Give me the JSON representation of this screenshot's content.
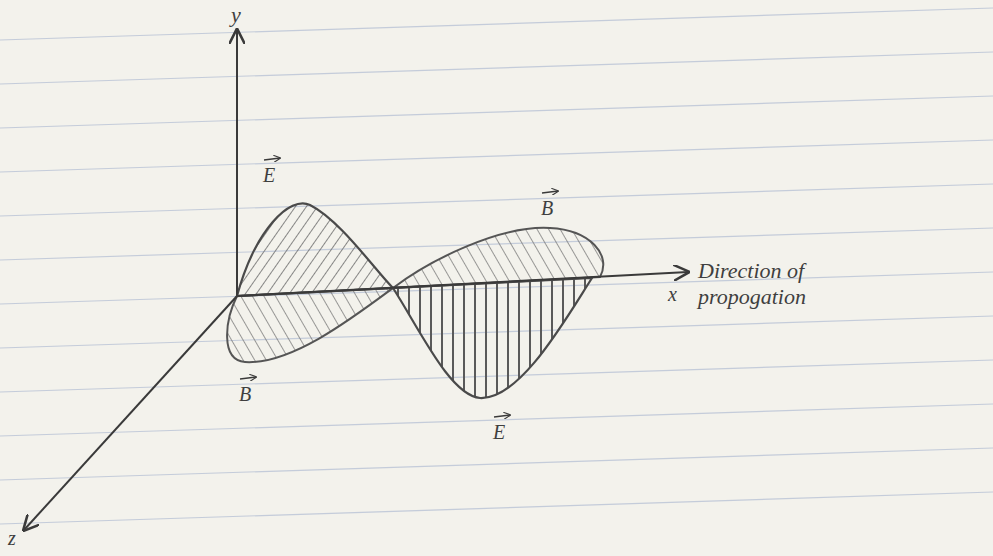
{
  "diagram": {
    "labels": [
      "y",
      "E",
      "B",
      "Direction of propogation",
      "x",
      "B",
      "E",
      "z"
    ]
  }
}
